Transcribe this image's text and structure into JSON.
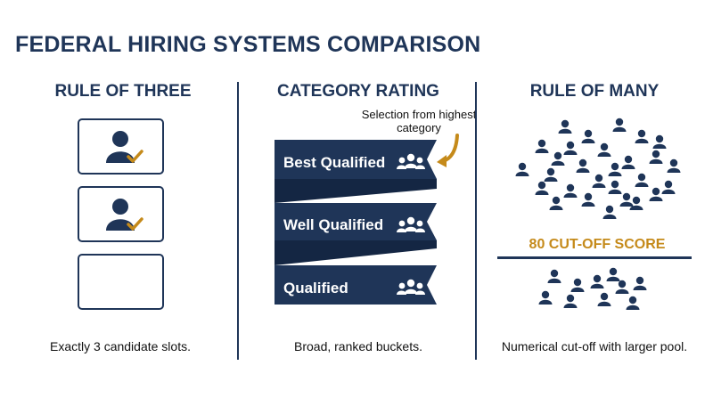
{
  "title": "FEDERAL HIRING SYSTEMS COMPARISON",
  "colors": {
    "navy": "#1f3558",
    "gold": "#c58a1a",
    "text": "#111111"
  },
  "columns": [
    {
      "heading": "RULE OF THREE",
      "caption": "Exactly 3 candidate slots.",
      "slots": [
        {
          "filled": true,
          "icon": "person-check-icon"
        },
        {
          "filled": true,
          "icon": "person-check-icon"
        },
        {
          "filled": false
        }
      ]
    },
    {
      "heading": "CATEGORY RATING",
      "caption": "Broad, ranked buckets.",
      "note": "Selection from highest category",
      "categories": [
        {
          "label": "Best Qualified",
          "icon": "group-icon"
        },
        {
          "label": "Well Qualified",
          "icon": "group-icon"
        },
        {
          "label": "Qualified",
          "icon": "group-icon"
        }
      ]
    },
    {
      "heading": "RULE OF MANY",
      "caption": "Numerical cut-off with larger pool.",
      "cutoff_label": "80 CUT-OFF SCORE",
      "people_above": 28,
      "people_below": 10
    }
  ]
}
